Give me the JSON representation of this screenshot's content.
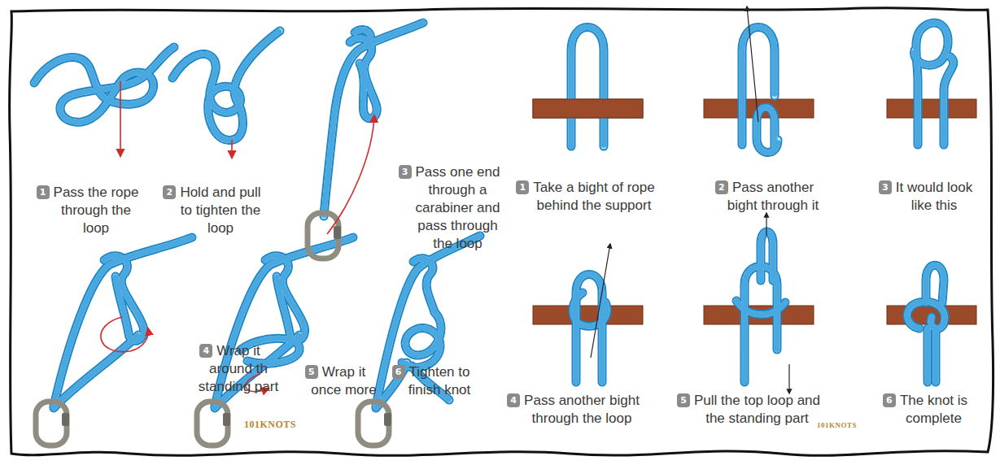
{
  "diagram": {
    "nodes": [
      {
        "text": [
          "1"
        ]
      },
      {
        "text": [
          "2"
        ]
      },
      {
        "text": [
          "3"
        ]
      },
      {
        "text": [
          "4"
        ]
      },
      {
        "text": [
          "5"
        ]
      },
      {
        "text": [
          "6"
        ]
      },
      {
        "text": [
          "1"
        ]
      },
      {
        "text": [
          "2"
        ]
      },
      {
        "text": [
          "3"
        ]
      },
      {
        "text": [
          "4"
        ]
      },
      {
        "text": [
          "5"
        ]
      },
      {
        "text": [
          "6"
        ]
      }
    ],
    "labels": [
      "Pass the rope through the loop",
      "Hold and pull to tighten the loop",
      "Pass one end through a carabiner and pass through the loop",
      "Wrap it around th standing part",
      "Wrap it once more",
      "Tighten to finish knot",
      "101KNOTS",
      "Take a bight of rope behind the support",
      "Pass another bight through it",
      "It would look like this",
      "Pass another bight through the loop",
      "Pull the top loop and the standing part",
      "The knot is complete",
      "101KNOTS"
    ]
  }
}
